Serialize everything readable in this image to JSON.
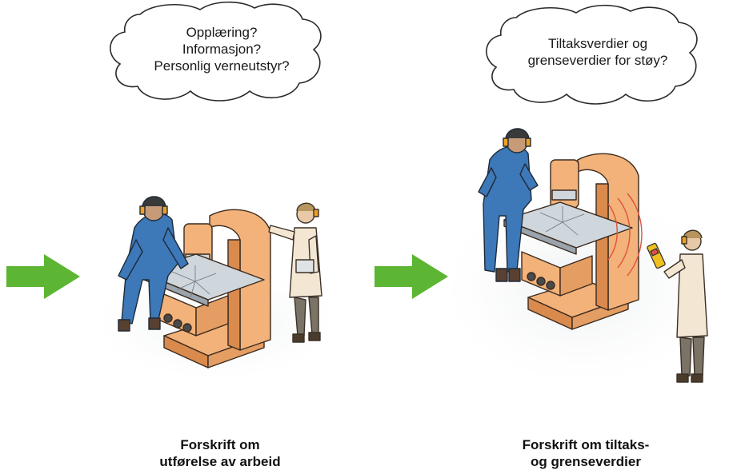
{
  "left_panel": {
    "thought_lines": [
      "Opplæring?",
      "Informasjon?",
      "Personlig verneutstyr?"
    ],
    "caption_lines": [
      "Forskrift om",
      "utførelse av arbeid"
    ]
  },
  "right_panel": {
    "thought_lines": [
      "Tiltaksverdier og",
      "grenseverdier for støy?"
    ],
    "caption_lines": [
      "Forskrift om tiltaks-",
      "og grenseverdier"
    ]
  },
  "colors": {
    "arrow": "#5cb533",
    "machine": "#f2b27a",
    "machine_dark": "#d98a4c",
    "overalls": "#3d78b8",
    "lab_coat": "#f3e6d3",
    "floor_shadow": "#eef0f1",
    "noise_waves": "#e0523b"
  },
  "icons": [
    "arrow-right-icon",
    "thought-cloud-icon",
    "milling-machine-icon",
    "worker-icon",
    "inspector-icon",
    "sound-meter-icon"
  ]
}
